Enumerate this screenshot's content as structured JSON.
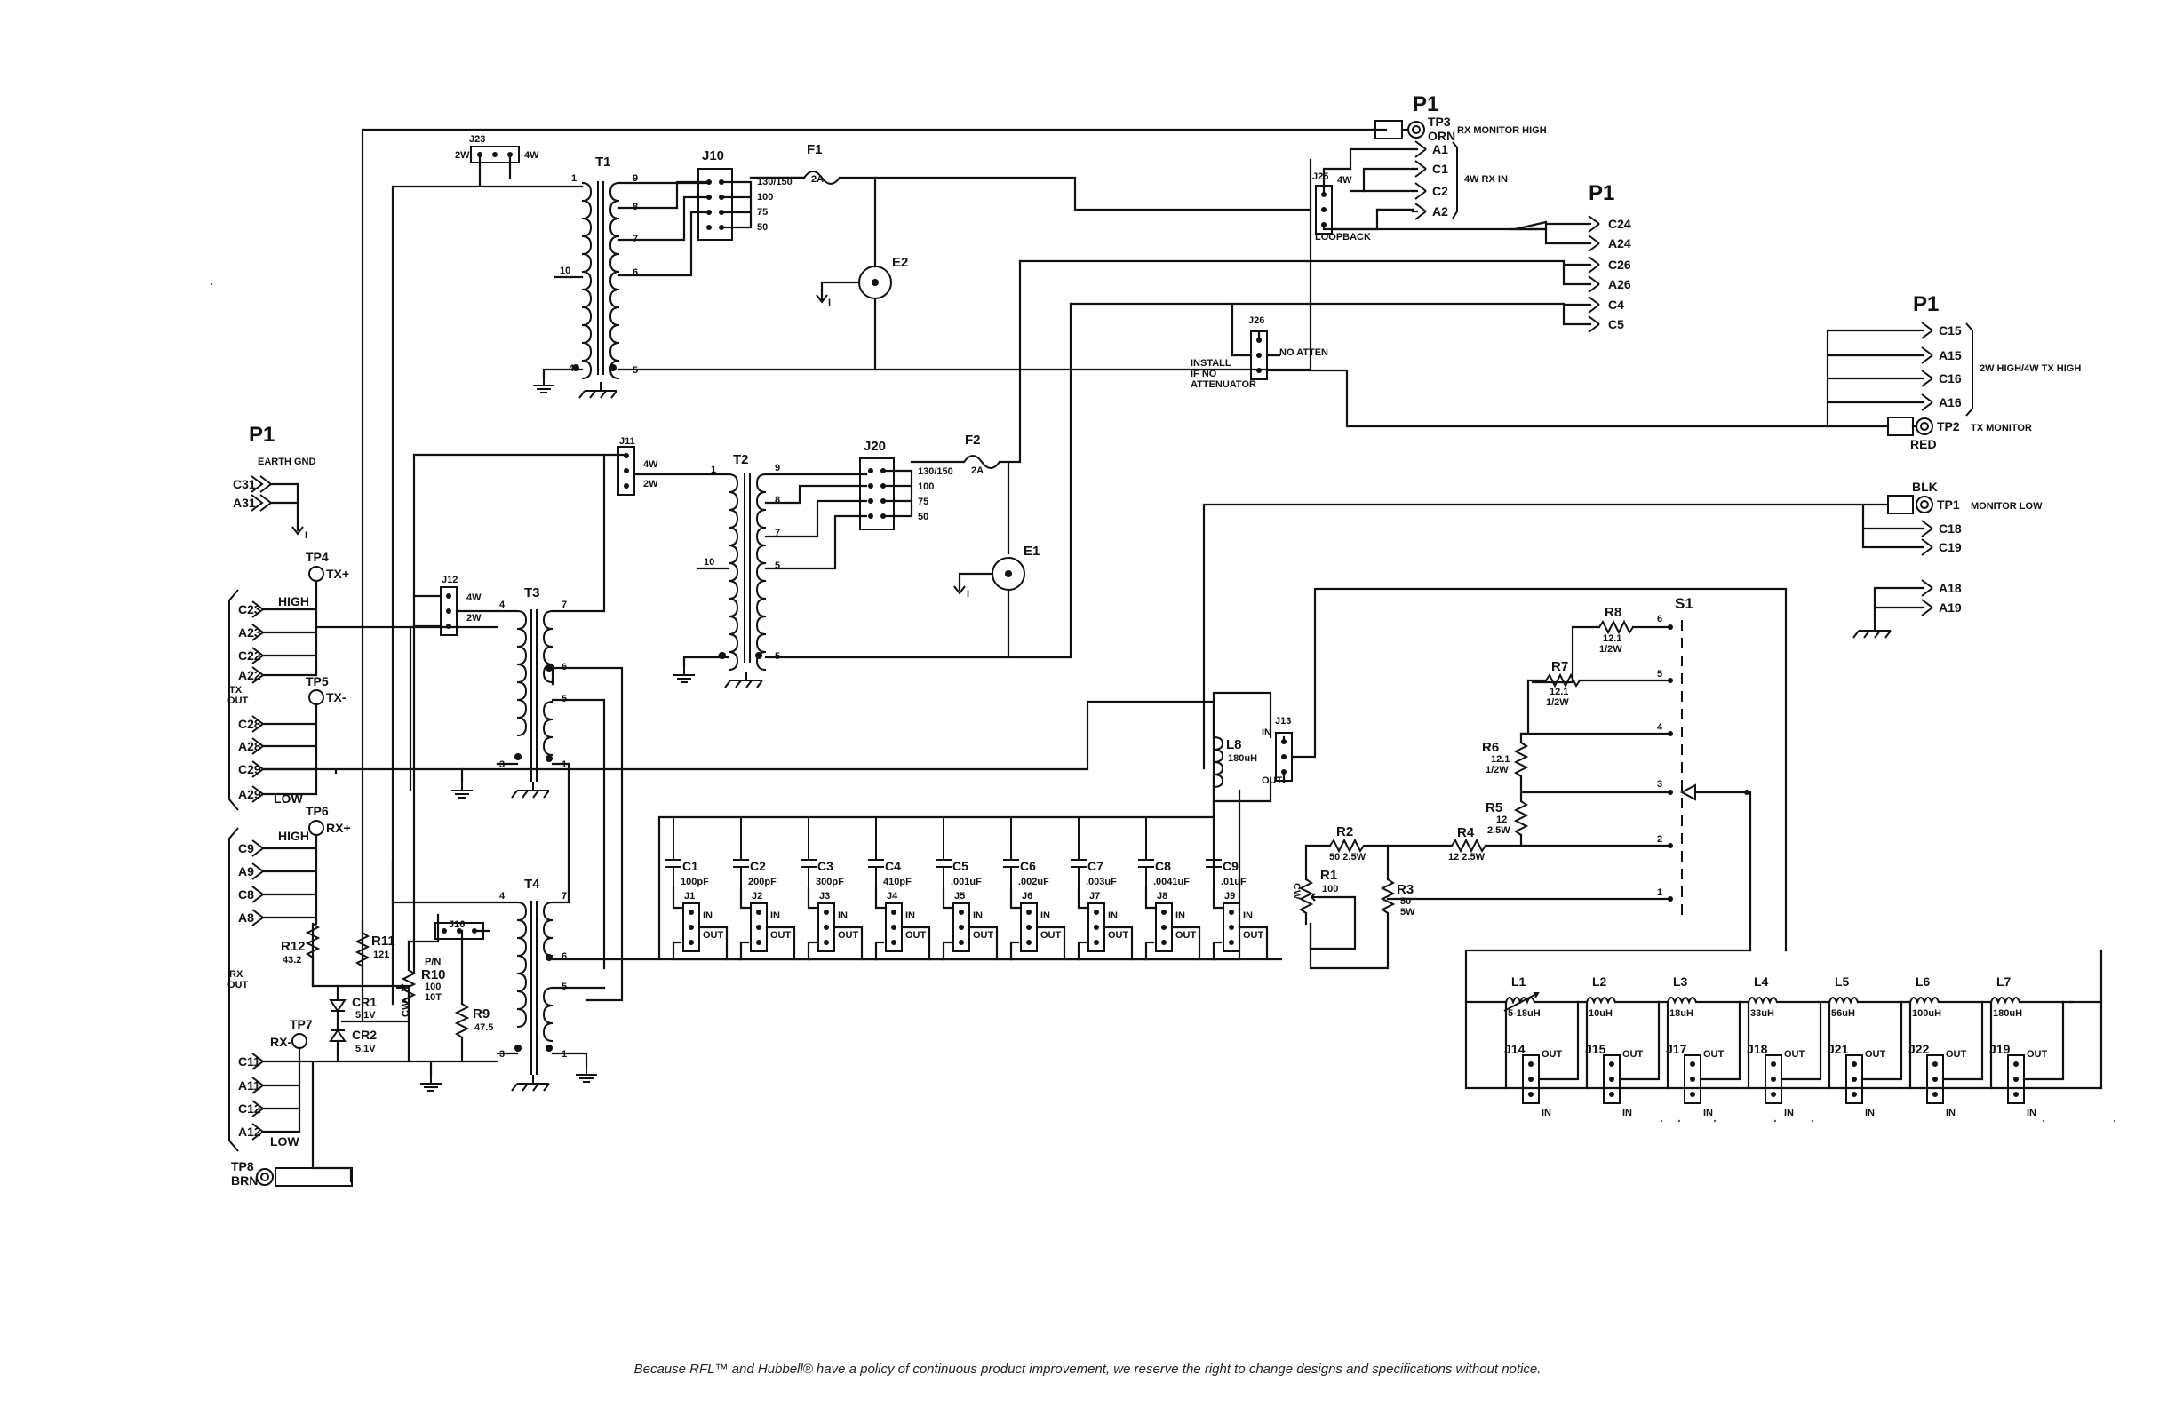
{
  "footer_text": "Because RFL™ and Hubbell® have a policy of continuous product improvement, we reserve the right to change designs and specifications without notice.",
  "connectors": {
    "p1_label": "P1",
    "top_pins": [
      "A1",
      "C1",
      "C2",
      "A2"
    ],
    "top_pins_label": "4W RX IN",
    "tp3_label": "TP3",
    "tp3_color": "ORN",
    "rx_monitor_high": "RX MONITOR HIGH",
    "mid_pins": [
      "C24",
      "A24",
      "C26",
      "A26",
      "C4",
      "C5"
    ],
    "tx_pins": [
      "C15",
      "A15",
      "C16",
      "A16"
    ],
    "tx_label": "2W HIGH/4W TX HIGH",
    "tp2_label": "TP2",
    "tp2_color": "RED",
    "tx_monitor": "TX MONITOR",
    "tp1_label": "TP1",
    "tp1_color": "BLK",
    "monitor_low": "MONITOR LOW",
    "tp1_pins": [
      "C18",
      "C19"
    ],
    "gnd_pins": [
      "A18",
      "A19"
    ],
    "earth_pins": [
      "C31",
      "A31"
    ],
    "earth_label": "EARTH GND",
    "tx_out_pins": [
      "C23",
      "A23",
      "C22",
      "A22",
      "C28",
      "A28",
      "C29",
      "A29"
    ],
    "tx_out_label": "TX\nOUT",
    "rx_out_pins": [
      "C9",
      "A9",
      "C8",
      "A8",
      "C11",
      "A11",
      "C12",
      "A12"
    ],
    "rx_out_label": "RX\nOUT",
    "tp4": "TP4",
    "tp4_sig": "TX+",
    "tp5": "TP5",
    "tp5_sig": "TX-",
    "tp6": "TP6",
    "tp6_sig": "RX+",
    "tp7": "TP7",
    "tp7_sig": "RX-",
    "tp8": "TP8",
    "tp8_color": "BRN",
    "high": "HIGH",
    "low": "LOW"
  },
  "jumpers": {
    "j23": "J23",
    "j23_a": "2W",
    "j23_b": "4W",
    "j10": "J10",
    "j20": "J20",
    "imp_opts": [
      "130/150",
      "100",
      "75",
      "50"
    ],
    "j25": "J25",
    "j25_opt": "4W",
    "loopback": "LOOPBACK",
    "j26": "J26",
    "no_atten": "NO ATTEN",
    "install_note": [
      "INSTALL",
      "IF NO",
      "ATTENUATOR"
    ],
    "j11": "J11",
    "j12": "J12",
    "j13": "J13",
    "j16": "J16",
    "opt4w": "4W",
    "opt2w": "2W",
    "in": "IN",
    "out": "OUT"
  },
  "components": {
    "t1": "T1",
    "t2": "T2",
    "t3": "T3",
    "t4": "T4",
    "f1": "F1",
    "f2": "F2",
    "fuse_rating": "2A",
    "e1": "E1",
    "e2": "E2",
    "l8": "L8",
    "l8_val": "180uH",
    "s1": "S1",
    "r1": "R1",
    "r1_val": "100",
    "cw": "CW",
    "r2": "R2",
    "r2_val": "50  2.5W",
    "r3": "R3",
    "r3_val1": "50",
    "r3_val2": "5W",
    "r4": "R4",
    "r4_val": "12  2.5W",
    "r5": "R5",
    "r5_val1": "12",
    "r5_val2": "2.5W",
    "r6": "R6",
    "r6_val1": "12.1",
    "r6_val2": "1/2W",
    "r7": "R7",
    "r7_val1": "12.1",
    "r7_val2": "1/2W",
    "r8": "R8",
    "r8_val1": "12.1",
    "r8_val2": "1/2W",
    "r9": "R9",
    "r9_val": "47.5",
    "r10": "R10",
    "r10_val1": "100",
    "r10_val2": "10T",
    "r10_pn": "P/N",
    "r11": "R11",
    "r11_val": "121",
    "r12": "R12",
    "r12_val": "43.2",
    "cr1": "CR1",
    "cr1_val": "5.1V",
    "cr2": "CR2",
    "cr2_val": "5.1V",
    "caps": [
      {
        "ref": "C1",
        "val": "100pF",
        "jack": "J1"
      },
      {
        "ref": "C2",
        "val": "200pF",
        "jack": "J2"
      },
      {
        "ref": "C3",
        "val": "300pF",
        "jack": "J3"
      },
      {
        "ref": "C4",
        "val": "410pF",
        "jack": "J4"
      },
      {
        "ref": "C5",
        "val": ".001uF",
        "jack": "J5"
      },
      {
        "ref": "C6",
        "val": ".002uF",
        "jack": "J6"
      },
      {
        "ref": "C7",
        "val": ".003uF",
        "jack": "J7"
      },
      {
        "ref": "C8",
        "val": ".0041uF",
        "jack": "J8"
      },
      {
        "ref": "C9",
        "val": ".01uF",
        "jack": "J9"
      }
    ],
    "inductors": [
      {
        "ref": "L1",
        "val": "5-18uH",
        "jack": "J14"
      },
      {
        "ref": "L2",
        "val": "10uH",
        "jack": "J15"
      },
      {
        "ref": "L3",
        "val": "18uH",
        "jack": "J17"
      },
      {
        "ref": "L4",
        "val": "33uH",
        "jack": "J18"
      },
      {
        "ref": "L5",
        "val": "56uH",
        "jack": "J21"
      },
      {
        "ref": "L6",
        "val": "100uH",
        "jack": "J22"
      },
      {
        "ref": "L7",
        "val": "180uH",
        "jack": "J19"
      }
    ]
  }
}
